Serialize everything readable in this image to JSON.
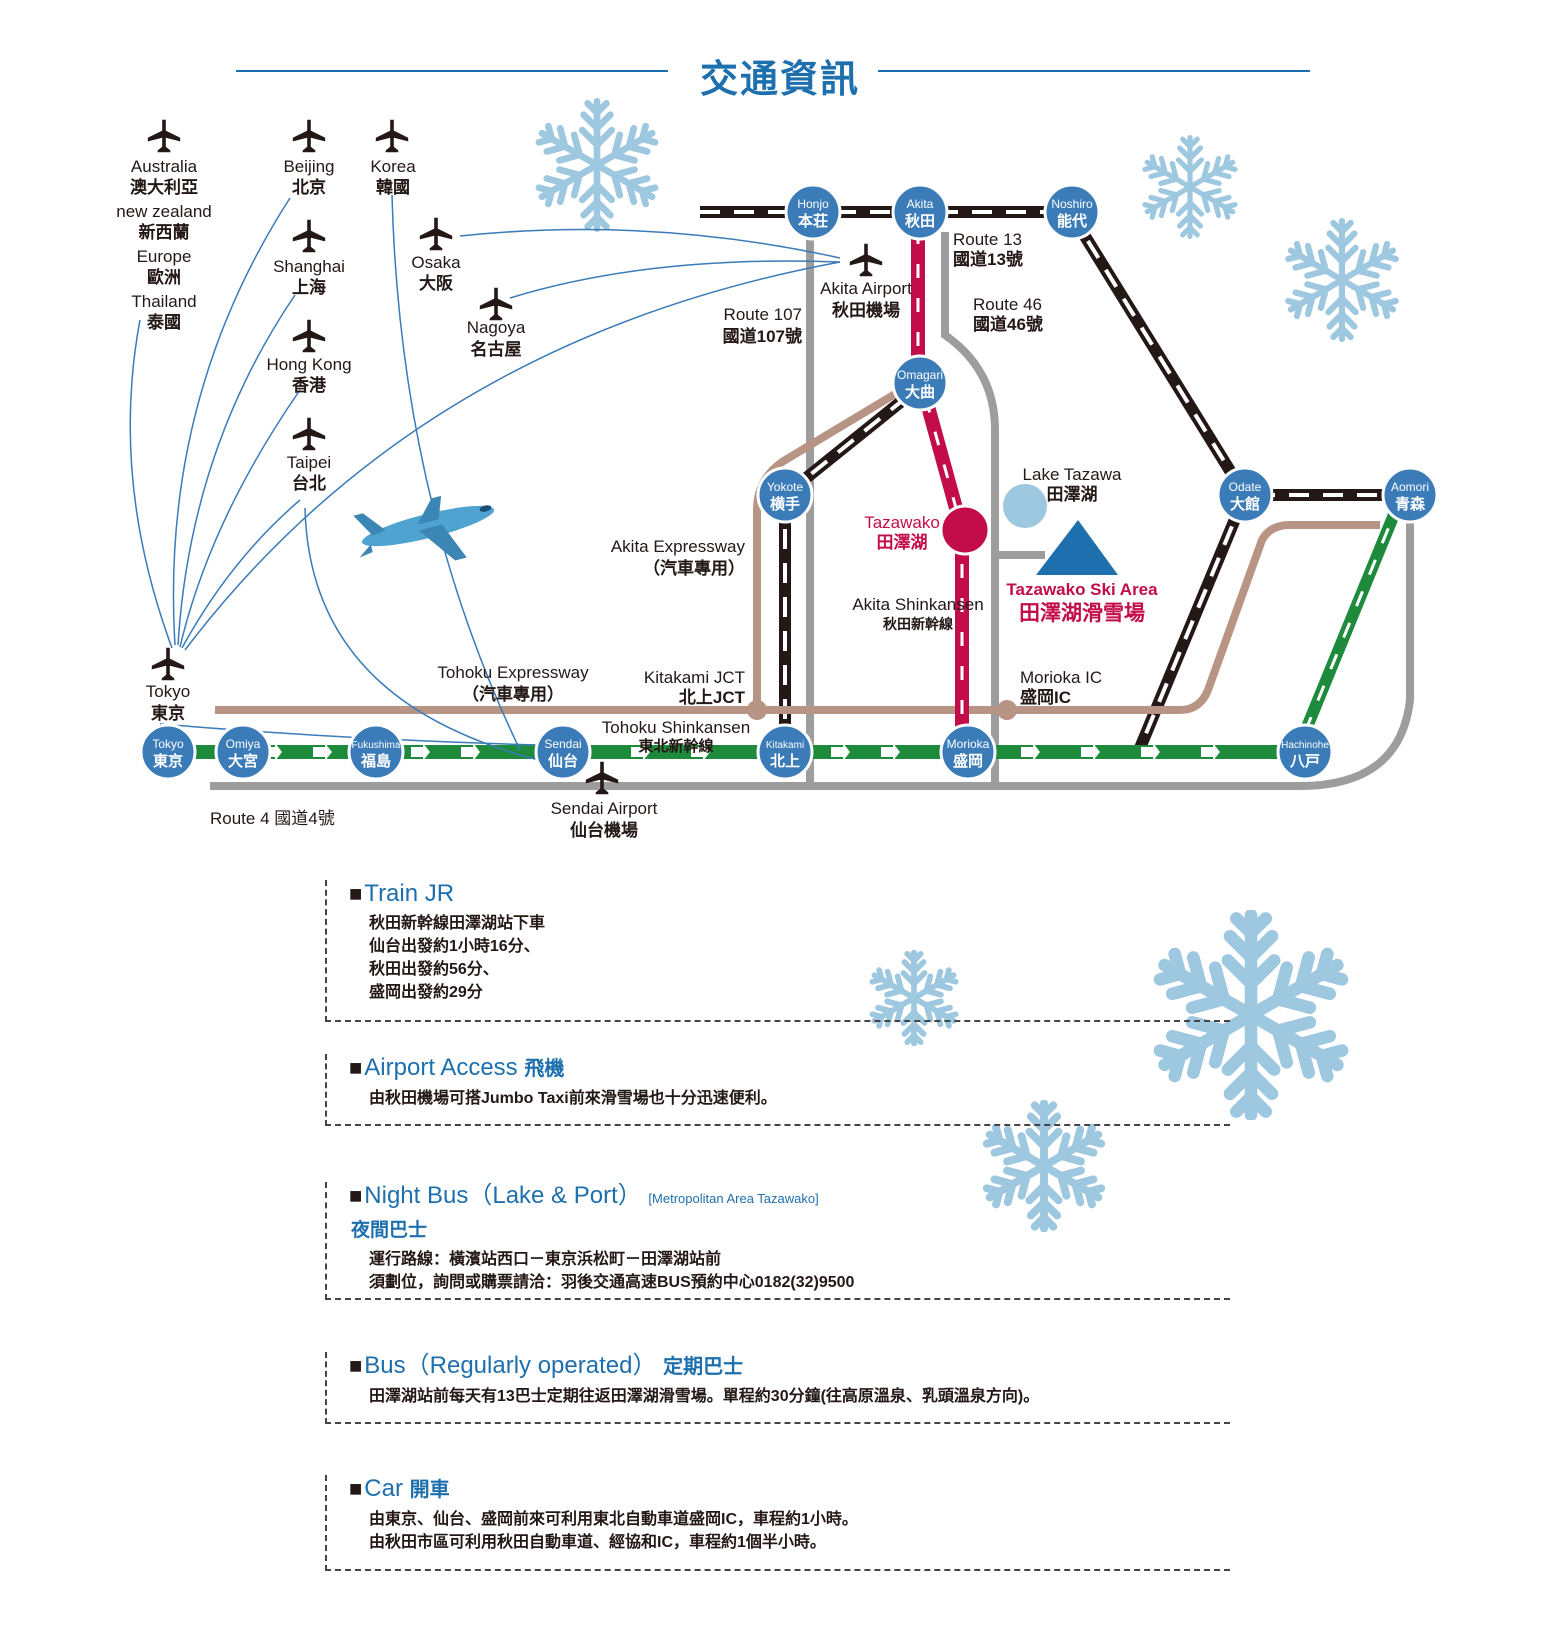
{
  "header": {
    "title": "交通資訊"
  },
  "colors": {
    "accent": "#1e6fad",
    "shinkansen": "#c30d4b",
    "tohoku_line": "#1e8a3c",
    "expressway": "#b89485",
    "route": "#9d9d9d",
    "station": "#3a7bb8",
    "snow": "#9ec7e0"
  },
  "origins": {
    "australia": [
      "Australia",
      "澳大利亞"
    ],
    "newzealand": [
      "new zealand",
      "新西蘭"
    ],
    "europe": [
      "Europe",
      "歐洲"
    ],
    "thailand": [
      "Thailand",
      "泰國"
    ],
    "beijing": [
      "Beijing",
      "北京"
    ],
    "korea": [
      "Korea",
      "韓國"
    ],
    "shanghai": [
      "Shanghai",
      "上海"
    ],
    "osaka": [
      "Osaka",
      "大阪"
    ],
    "nagoya": [
      "Nagoya",
      "名古屋"
    ],
    "hongkong": [
      "Hong Kong",
      "香港"
    ],
    "taipei": [
      "Taipei",
      "台北"
    ]
  },
  "airports": {
    "akita": [
      "Akita Airport",
      "秋田機場"
    ],
    "sendai": [
      "Sendai Airport",
      "仙台機場"
    ],
    "tokyo": [
      "Tokyo",
      "東京"
    ]
  },
  "stations": {
    "honjo": [
      "Honjo",
      "本荘"
    ],
    "akita": [
      "Akita",
      "秋田"
    ],
    "noshiro": [
      "Noshiro",
      "能代"
    ],
    "omagari": [
      "Omagari",
      "大曲"
    ],
    "yokote": [
      "Yokote",
      "横手"
    ],
    "odate": [
      "Odate",
      "大館"
    ],
    "aomori": [
      "Aomori",
      "青森"
    ],
    "tokyo": [
      "Tokyo",
      "東京"
    ],
    "omiya": [
      "Omiya",
      "大宮"
    ],
    "fukushima": [
      "Fukushima",
      "福島"
    ],
    "sendai": [
      "Sendai",
      "仙台"
    ],
    "kitakami": [
      "Kitakami",
      "北上"
    ],
    "morioka": [
      "Morioka",
      "盛岡"
    ],
    "hachinohe": [
      "Hachinohe",
      "八戸"
    ]
  },
  "map_labels": {
    "route13": [
      "Route 13",
      "國道13號"
    ],
    "route46": [
      "Route 46",
      "國道46號"
    ],
    "route107": [
      "Route 107",
      "國道107號"
    ],
    "lake": [
      "Lake Tazawa",
      "田澤湖"
    ],
    "tazawako": [
      "Tazawako",
      "田澤湖"
    ],
    "ski": [
      "Tazawako Ski Area",
      "田澤湖滑雪場"
    ],
    "akita_exp": [
      "Akita Expressway",
      "（汽車專用）"
    ],
    "akita_shin": [
      "Akita Shinkansen",
      "秋田新幹線"
    ],
    "tohoku_exp": [
      "Tohoku Expressway",
      "（汽車專用）"
    ],
    "kitakami_jct": [
      "Kitakami JCT",
      "北上JCT"
    ],
    "morioka_ic": [
      "Morioka IC",
      "盛岡IC"
    ],
    "tohoku_shin": [
      "Tohoku Shinkansen",
      "東北新幹線"
    ],
    "route4": "Route 4  國道4號"
  },
  "sections": [
    {
      "title": "Train JR",
      "title_zh": "",
      "lines": [
        "秋田新幹線田澤湖站下車",
        "仙台出發約1小時16分、",
        "秋田出發約56分、",
        "盛岡出發約29分"
      ]
    },
    {
      "title": "Airport Access",
      "title_zh": "飛機",
      "lines": [
        "由秋田機場可搭Jumbo Taxi前來滑雪場也十分迅速便利。"
      ]
    },
    {
      "title": "Night Bus（Lake & Port）",
      "title_small": "[Metropolitan Area Tazawako]",
      "subtitle": "夜間巴士",
      "lines": [
        "運行路線：橫濱站西口－東京浜松町－田澤湖站前",
        "須劃位，詢問或購票請洽：羽後交通高速BUS預約中心0182(32)9500"
      ]
    },
    {
      "title": "Bus（Regularly operated）",
      "title_zh": "定期巴士",
      "lines": [
        "田澤湖站前每天有13巴士定期往返田澤湖滑雪場。單程約30分鐘(往高原溫泉、乳頭溫泉方向)。"
      ]
    },
    {
      "title": "Car",
      "title_zh": "開車",
      "lines": [
        "由東京、仙台、盛岡前來可利用東北自動車道盛岡IC，車程約1小時。",
        "由秋田市區可利用秋田自動車道、經協和IC，車程約1個半小時。"
      ]
    }
  ]
}
